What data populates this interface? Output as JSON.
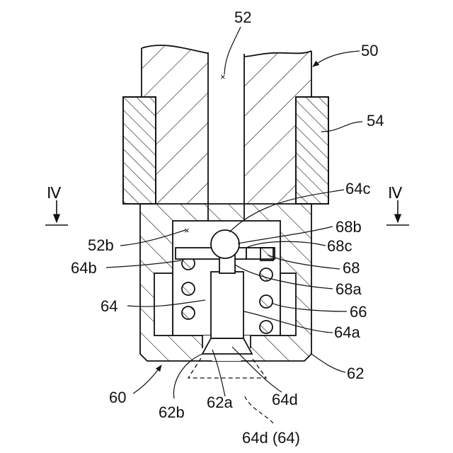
{
  "figure": {
    "labels": {
      "l52": "52",
      "l50": "50",
      "l54": "54",
      "l64c": "64c",
      "lIVleft": "Ⅳ",
      "lIVright": "Ⅳ",
      "l68b": "68b",
      "l52b": "52b",
      "l68c": "68c",
      "l64b": "64b",
      "l68": "68",
      "l68a": "68a",
      "l64": "64",
      "l66": "66",
      "l64a": "64a",
      "l62": "62",
      "l60": "60",
      "l62b": "62b",
      "l62a": "62a",
      "l64d": "64d",
      "l64d64": "64d (64)"
    }
  }
}
